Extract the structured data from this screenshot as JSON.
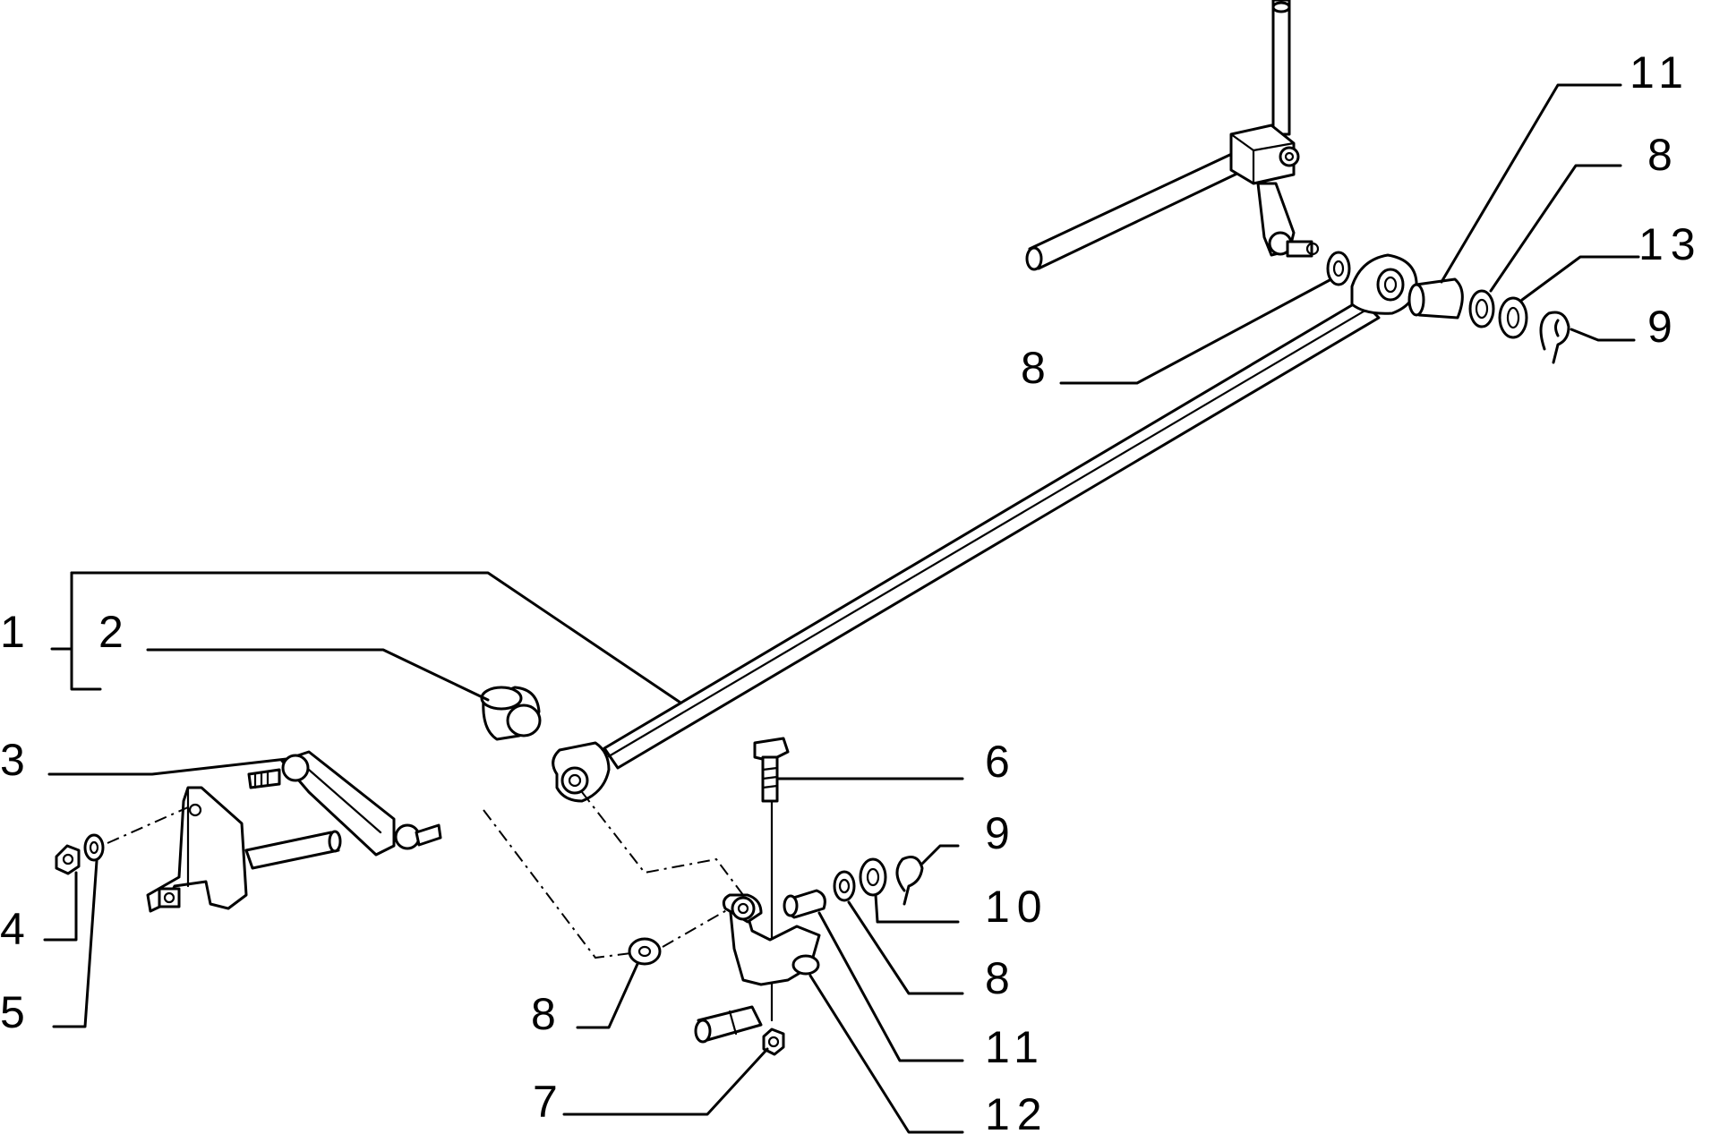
{
  "diagram": {
    "type": "exploded-parts-view",
    "callouts": {
      "c1": "1",
      "c2": "2",
      "c3": "3",
      "c4": "4",
      "c5": "5",
      "c6": "6",
      "c7": "7",
      "c8_upper": "8",
      "c8_lower_left": "8",
      "c8_lower_right": "8",
      "c8_top_right": "8",
      "c9_lower": "9",
      "c9_upper": "9",
      "c10": "10",
      "c11_lower": "11",
      "c11_upper": "11",
      "c12": "12",
      "c13": "13"
    }
  }
}
